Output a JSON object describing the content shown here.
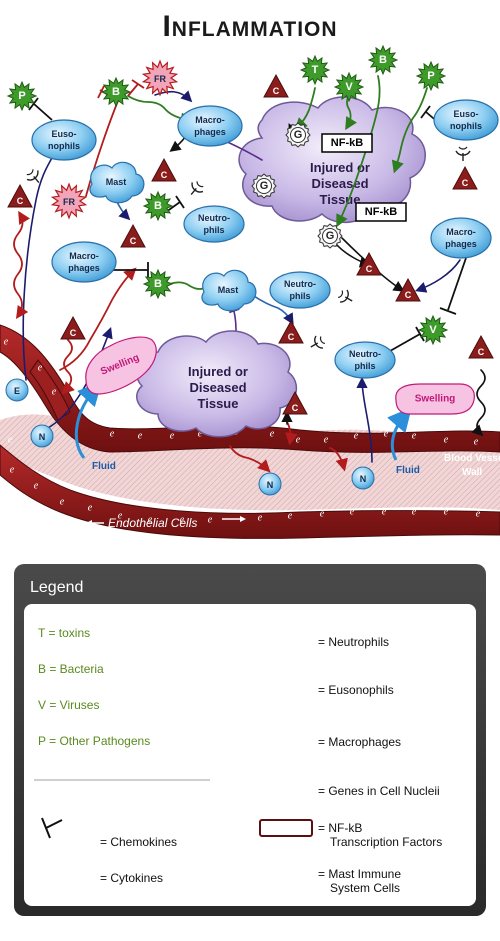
{
  "title": "Inflammation",
  "cells": {
    "eusonophils": [
      "Euso-",
      "nophils"
    ],
    "macrophages": [
      "Macro-",
      "phages"
    ],
    "neutrophils": [
      "Neutro-",
      "phils"
    ],
    "mast": "Mast"
  },
  "pathogens": {
    "toxin": "T",
    "bacteria": "B",
    "virus": "V",
    "other": "P"
  },
  "cytokine_symbol": "C",
  "free_radical": "FR",
  "gene_symbol": "G",
  "nfkb": "NF-kB",
  "tissue": [
    "Injured or",
    "Diseased",
    "Tissue"
  ],
  "swelling": "Swelling",
  "fluid": "Fluid",
  "blood_vessel_wall": [
    "Blood Vessel",
    "Wall"
  ],
  "endothelial_cells": "Endothelial Cells",
  "cell_letters": {
    "neutrophil": "N",
    "eusonophil": "E"
  },
  "endothelial_letter": "e",
  "legend": {
    "title": "Legend",
    "pathogens": [
      "T = toxins",
      "B = Bacteria",
      "V = Viruses",
      "P = Other Pathogens"
    ],
    "chemokines": "= Chemokines",
    "cytokines": "= Cytokines",
    "neutrophils": "= Neutrophils",
    "eusonophils": "= Eusonophils",
    "macrophages": "= Macrophages",
    "genes": "= Genes in Cell Nucleii",
    "nfkb": [
      "= NF-kB",
      "Transcription Factors"
    ],
    "mast": [
      "= Mast Immune",
      "System Cells"
    ]
  },
  "colors": {
    "cell_blue": "#5bb6e6",
    "pathogen_green": "#3e9a2a",
    "cytokine_red": "#8a1c1c",
    "vessel_red": "#8e1b1b",
    "tissue_purple": "#b9a6dc",
    "swelling_pink": "#f6b6dc",
    "fr_pink": "#f2a4b8",
    "legend_dark": "#333333"
  }
}
